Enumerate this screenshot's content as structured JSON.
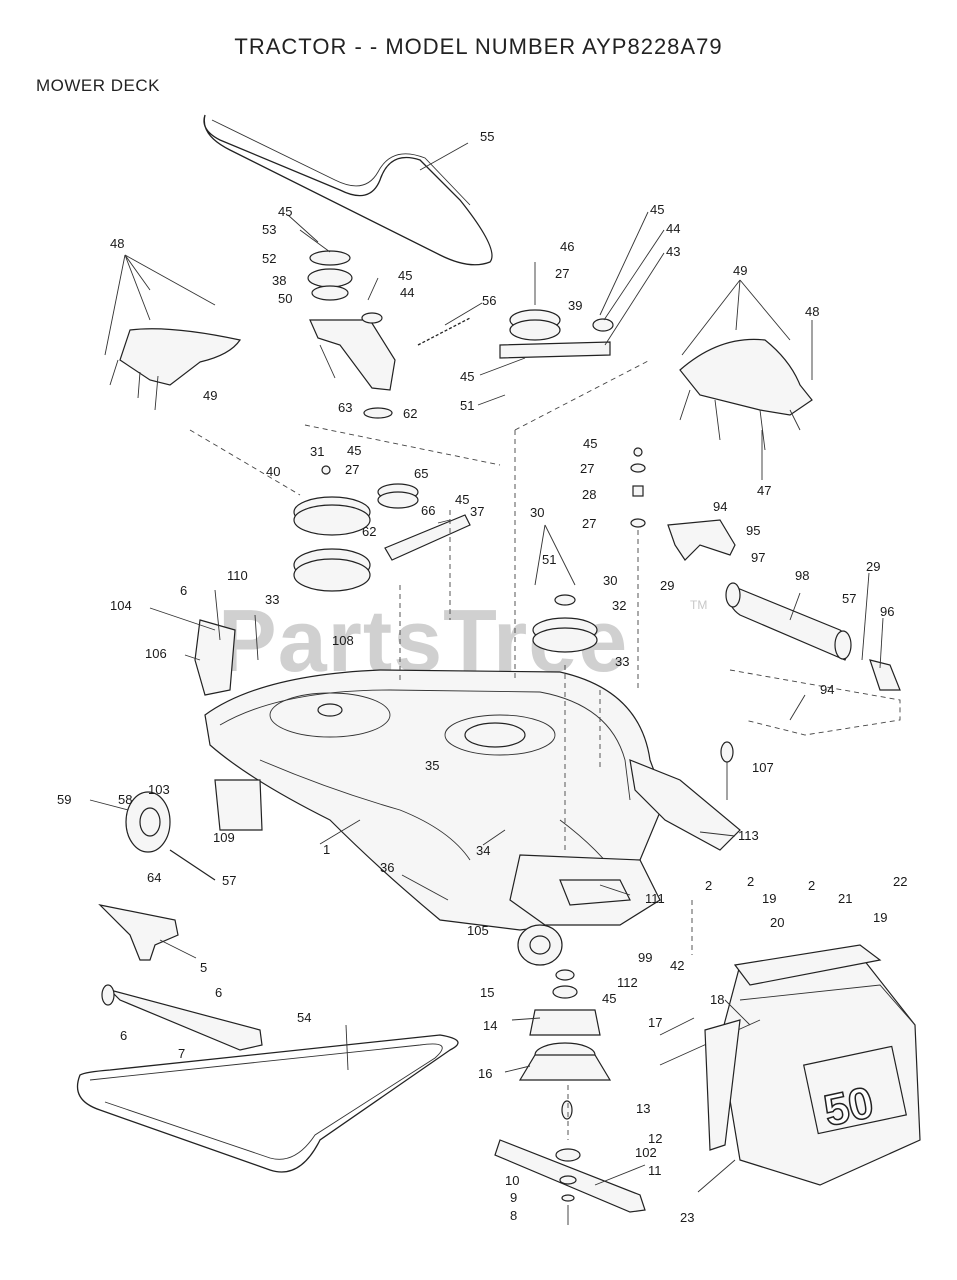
{
  "header": {
    "title": "TRACTOR - - MODEL NUMBER AYP8228A79",
    "section": "MOWER DECK"
  },
  "watermark": {
    "text": "PartsTree",
    "trademark": "TM"
  },
  "decal_text": "50",
  "callouts": [
    {
      "id": "c-55",
      "text": "55"
    },
    {
      "id": "c-45a",
      "text": "45"
    },
    {
      "id": "c-53",
      "text": "53"
    },
    {
      "id": "c-52",
      "text": "52"
    },
    {
      "id": "c-38",
      "text": "38"
    },
    {
      "id": "c-45b",
      "text": "45"
    },
    {
      "id": "c-44a",
      "text": "44"
    },
    {
      "id": "c-50",
      "text": "50"
    },
    {
      "id": "c-63",
      "text": "63"
    },
    {
      "id": "c-62a",
      "text": "62"
    },
    {
      "id": "c-48a",
      "text": "48"
    },
    {
      "id": "c-49a",
      "text": "49"
    },
    {
      "id": "c-45c",
      "text": "45"
    },
    {
      "id": "c-44b",
      "text": "44"
    },
    {
      "id": "c-43",
      "text": "43"
    },
    {
      "id": "c-46",
      "text": "46"
    },
    {
      "id": "c-27a",
      "text": "27"
    },
    {
      "id": "c-56",
      "text": "56"
    },
    {
      "id": "c-39",
      "text": "39"
    },
    {
      "id": "c-45d",
      "text": "45"
    },
    {
      "id": "c-51a",
      "text": "51"
    },
    {
      "id": "c-49b",
      "text": "49"
    },
    {
      "id": "c-48b",
      "text": "48"
    },
    {
      "id": "c-47",
      "text": "47"
    },
    {
      "id": "c-31",
      "text": "31"
    },
    {
      "id": "c-45e",
      "text": "45"
    },
    {
      "id": "c-27b",
      "text": "27"
    },
    {
      "id": "c-65",
      "text": "65"
    },
    {
      "id": "c-40",
      "text": "40"
    },
    {
      "id": "c-66",
      "text": "66"
    },
    {
      "id": "c-45f",
      "text": "45"
    },
    {
      "id": "c-37",
      "text": "37"
    },
    {
      "id": "c-62b",
      "text": "62"
    },
    {
      "id": "c-45g",
      "text": "45"
    },
    {
      "id": "c-27c",
      "text": "27"
    },
    {
      "id": "c-28",
      "text": "28"
    },
    {
      "id": "c-27d",
      "text": "27"
    },
    {
      "id": "c-30a",
      "text": "30"
    },
    {
      "id": "c-51b",
      "text": "51"
    },
    {
      "id": "c-30b",
      "text": "30"
    },
    {
      "id": "c-32",
      "text": "32"
    },
    {
      "id": "c-33a",
      "text": "33"
    },
    {
      "id": "c-94a",
      "text": "94"
    },
    {
      "id": "c-95",
      "text": "95"
    },
    {
      "id": "c-97",
      "text": "97"
    },
    {
      "id": "c-29a",
      "text": "29"
    },
    {
      "id": "c-98",
      "text": "98"
    },
    {
      "id": "c-29b",
      "text": "29"
    },
    {
      "id": "c-57a",
      "text": "57"
    },
    {
      "id": "c-96",
      "text": "96"
    },
    {
      "id": "c-6a",
      "text": "6"
    },
    {
      "id": "c-110",
      "text": "110"
    },
    {
      "id": "c-104",
      "text": "104"
    },
    {
      "id": "c-106",
      "text": "106"
    },
    {
      "id": "c-33b",
      "text": "33"
    },
    {
      "id": "c-108",
      "text": "108"
    },
    {
      "id": "c-94b",
      "text": "94"
    },
    {
      "id": "c-35",
      "text": "35"
    },
    {
      "id": "c-107",
      "text": "107"
    },
    {
      "id": "c-103",
      "text": "103"
    },
    {
      "id": "c-59",
      "text": "59"
    },
    {
      "id": "c-58",
      "text": "58"
    },
    {
      "id": "c-109",
      "text": "109"
    },
    {
      "id": "c-1",
      "text": "1"
    },
    {
      "id": "c-113",
      "text": "113"
    },
    {
      "id": "c-34",
      "text": "34"
    },
    {
      "id": "c-64",
      "text": "64"
    },
    {
      "id": "c-57b",
      "text": "57"
    },
    {
      "id": "c-36",
      "text": "36"
    },
    {
      "id": "c-2a",
      "text": "2"
    },
    {
      "id": "c-111",
      "text": "111"
    },
    {
      "id": "c-2b",
      "text": "2"
    },
    {
      "id": "c-2c",
      "text": "2"
    },
    {
      "id": "c-22",
      "text": "22"
    },
    {
      "id": "c-19a",
      "text": "19"
    },
    {
      "id": "c-21",
      "text": "21"
    },
    {
      "id": "c-20",
      "text": "20"
    },
    {
      "id": "c-19b",
      "text": "19"
    },
    {
      "id": "c-105",
      "text": "105"
    },
    {
      "id": "c-99",
      "text": "99"
    },
    {
      "id": "c-42",
      "text": "42"
    },
    {
      "id": "c-5",
      "text": "5"
    },
    {
      "id": "c-15",
      "text": "15"
    },
    {
      "id": "c-112",
      "text": "112"
    },
    {
      "id": "c-45h",
      "text": "45"
    },
    {
      "id": "c-18",
      "text": "18"
    },
    {
      "id": "c-6b",
      "text": "6"
    },
    {
      "id": "c-6c",
      "text": "6"
    },
    {
      "id": "c-54",
      "text": "54"
    },
    {
      "id": "c-14",
      "text": "14"
    },
    {
      "id": "c-17",
      "text": "17"
    },
    {
      "id": "c-7",
      "text": "7"
    },
    {
      "id": "c-16",
      "text": "16"
    },
    {
      "id": "c-13",
      "text": "13"
    },
    {
      "id": "c-12",
      "text": "12"
    },
    {
      "id": "c-102",
      "text": "102"
    },
    {
      "id": "c-11",
      "text": "11"
    },
    {
      "id": "c-10",
      "text": "10"
    },
    {
      "id": "c-9",
      "text": "9"
    },
    {
      "id": "c-8",
      "text": "8"
    },
    {
      "id": "c-23",
      "text": "23"
    }
  ]
}
